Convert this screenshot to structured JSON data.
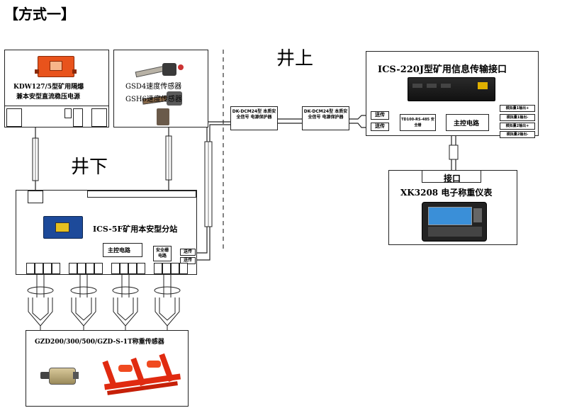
{
  "heading": "【方式一】",
  "zones": {
    "above": "井上",
    "below": "井下"
  },
  "power_supply": {
    "line1": "KDW127/5型矿用隔爆",
    "line2": "兼本安型直流稳压电源"
  },
  "speed_sensors": {
    "line1": "GSD4速度传感器",
    "line2": "GSH6速度传感器"
  },
  "interface_unit": {
    "title": "ICS-220J型矿用信息传输接口",
    "send": "送传",
    "send2": "送传",
    "converter": "TD100-RS-485 安全栅",
    "main_circuit": "主控电路",
    "outputs": [
      "模拟量1输出+",
      "模拟量1输出-",
      "模拟量2输出+",
      "模拟量2输出-"
    ]
  },
  "signal_protectors": [
    {
      "line1": "DK-DCM24型 本质安",
      "line2": "全信号 电源保护器"
    },
    {
      "line1": "DK-DCM24型 本质安",
      "line2": "全信号 电源保护器"
    }
  ],
  "scale_instrument": {
    "port": "接口",
    "title": "XK3208 电子称重仪表"
  },
  "substation": {
    "title": "ICS-5F矿用本安型分站",
    "main_circuit": "主控电路",
    "safety_barrier": "安全栅 电路",
    "send1": "送传",
    "send2": "送传"
  },
  "load_cells": {
    "title": "GZD200/300/500/GZD-S-1T称重传感器"
  },
  "colors": {
    "device_orange": "#e8531c",
    "device_blue": "#1d4a9a",
    "panel_screen": "#3a8fd8",
    "line": "#222222"
  }
}
